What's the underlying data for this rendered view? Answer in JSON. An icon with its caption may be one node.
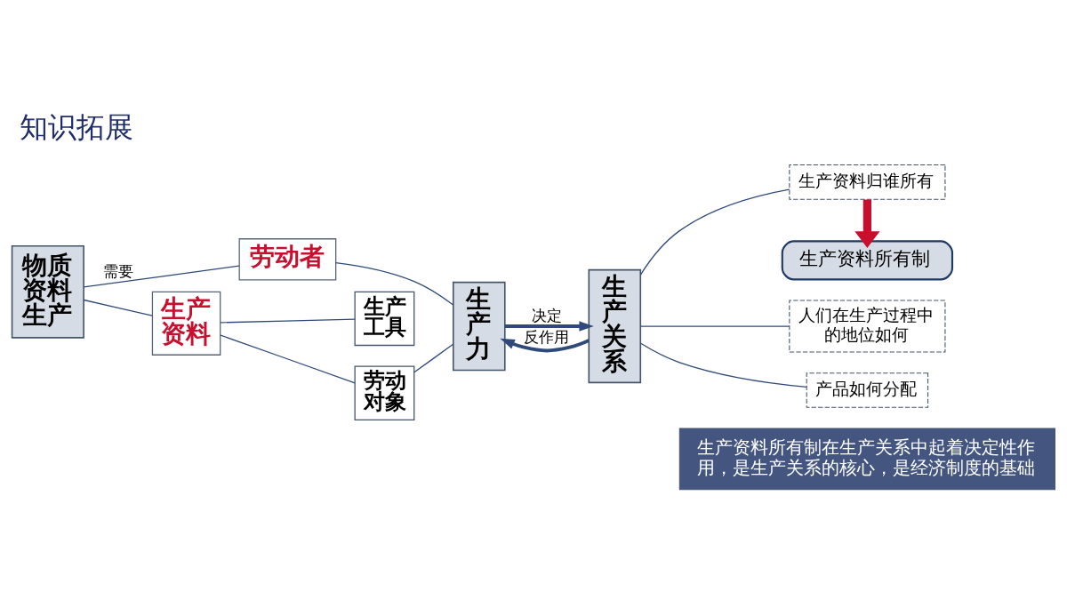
{
  "diagram": {
    "title": "知识拓展",
    "nodes": [
      {
        "text": [
          "物质资料生产"
        ]
      },
      {
        "text": [
          "劳动者"
        ]
      },
      {
        "text": [
          "生产资料"
        ]
      },
      {
        "text": [
          "生产工具"
        ]
      },
      {
        "text": [
          "劳动对象"
        ]
      },
      {
        "text": [
          "生产力"
        ]
      },
      {
        "text": [
          "生产关系"
        ]
      },
      {
        "text": [
          "生产资料归谁所有"
        ]
      },
      {
        "text": [
          "生产资料所有制"
        ]
      },
      {
        "text": [
          "人们在生产过程中的地位如何"
        ]
      },
      {
        "text": [
          "产品如何分配"
        ]
      },
      {
        "text": [
          "生产资料所有制在生产关系中起着决定性作用，是生产关系的核心，是经济制度的基础"
        ]
      }
    ],
    "edges": [
      {
        "from": 0,
        "to": 1,
        "arrow": "none",
        "label": "需要"
      },
      {
        "from": 0,
        "to": 2,
        "arrow": "none"
      },
      {
        "from": 2,
        "to": 3,
        "arrow": "none"
      },
      {
        "from": 2,
        "to": 4,
        "arrow": "none"
      },
      {
        "from": 1,
        "to": 5,
        "arrow": "none"
      },
      {
        "from": 4,
        "to": 5,
        "arrow": "none"
      },
      {
        "from": 6,
        "to": 5,
        "arrow": "to",
        "label": "反作用",
        "style": "thick"
      },
      {
        "from": 5,
        "to": 6,
        "arrow": "to",
        "label": "决定",
        "style": "thick"
      },
      {
        "from": 6,
        "to": 7,
        "arrow": "none"
      },
      {
        "from": 6,
        "to": 9,
        "arrow": "none"
      },
      {
        "from": 6,
        "to": 10,
        "arrow": "none"
      },
      {
        "from": 7,
        "to": 8,
        "arrow": "to",
        "style": "thick",
        "color": "#c8102e"
      }
    ]
  }
}
